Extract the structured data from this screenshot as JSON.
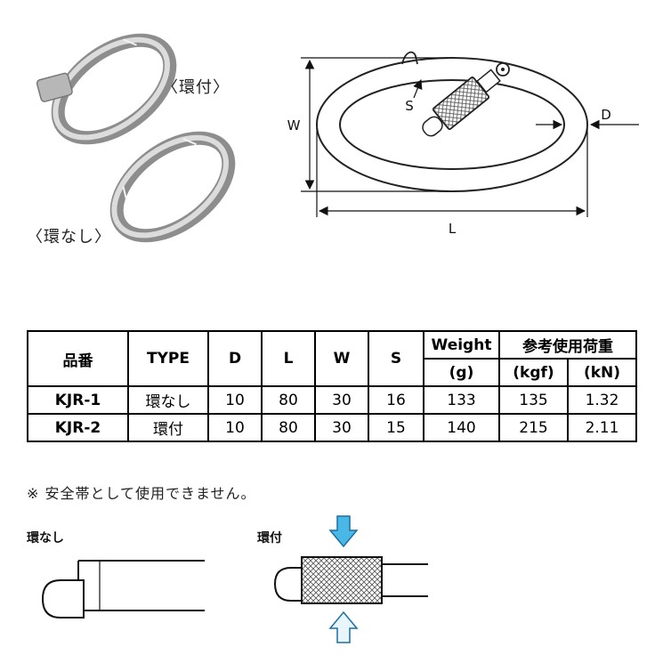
{
  "photo": {
    "label_ring": "〈環付〉",
    "label_no_ring": "〈環なし〉"
  },
  "diagram": {
    "labels": {
      "w": "W",
      "s": "S",
      "d": "D",
      "l": "L"
    }
  },
  "table": {
    "headers": {
      "part": "品番",
      "type": "TYPE",
      "d": "D",
      "l": "L",
      "w": "W",
      "s": "S",
      "weight_top": "Weight",
      "weight_bottom": "(g)",
      "load": "参考使用荷重",
      "load_kgf": "(kgf)",
      "load_kn": "(kN)"
    },
    "rows": [
      {
        "part": "KJR-1",
        "type": "環なし",
        "d": "10",
        "l": "80",
        "w": "30",
        "s": "16",
        "weight": "133",
        "kgf": "135",
        "kn": "1.32"
      },
      {
        "part": "KJR-2",
        "type": "環付",
        "d": "10",
        "l": "80",
        "w": "30",
        "s": "15",
        "weight": "140",
        "kgf": "215",
        "kn": "2.11"
      }
    ]
  },
  "note": "※ 安全帯として使用できません。",
  "bottom": {
    "label_no_ring": "環なし",
    "label_ring": "環付"
  },
  "colors": {
    "arrow_blue_fill": "#49b8e6",
    "arrow_blue_light": "#e8f6fc",
    "arrow_blue_stroke": "#1a6fa3",
    "line_black": "#111111",
    "metal_gray": "#8d8d8d"
  }
}
